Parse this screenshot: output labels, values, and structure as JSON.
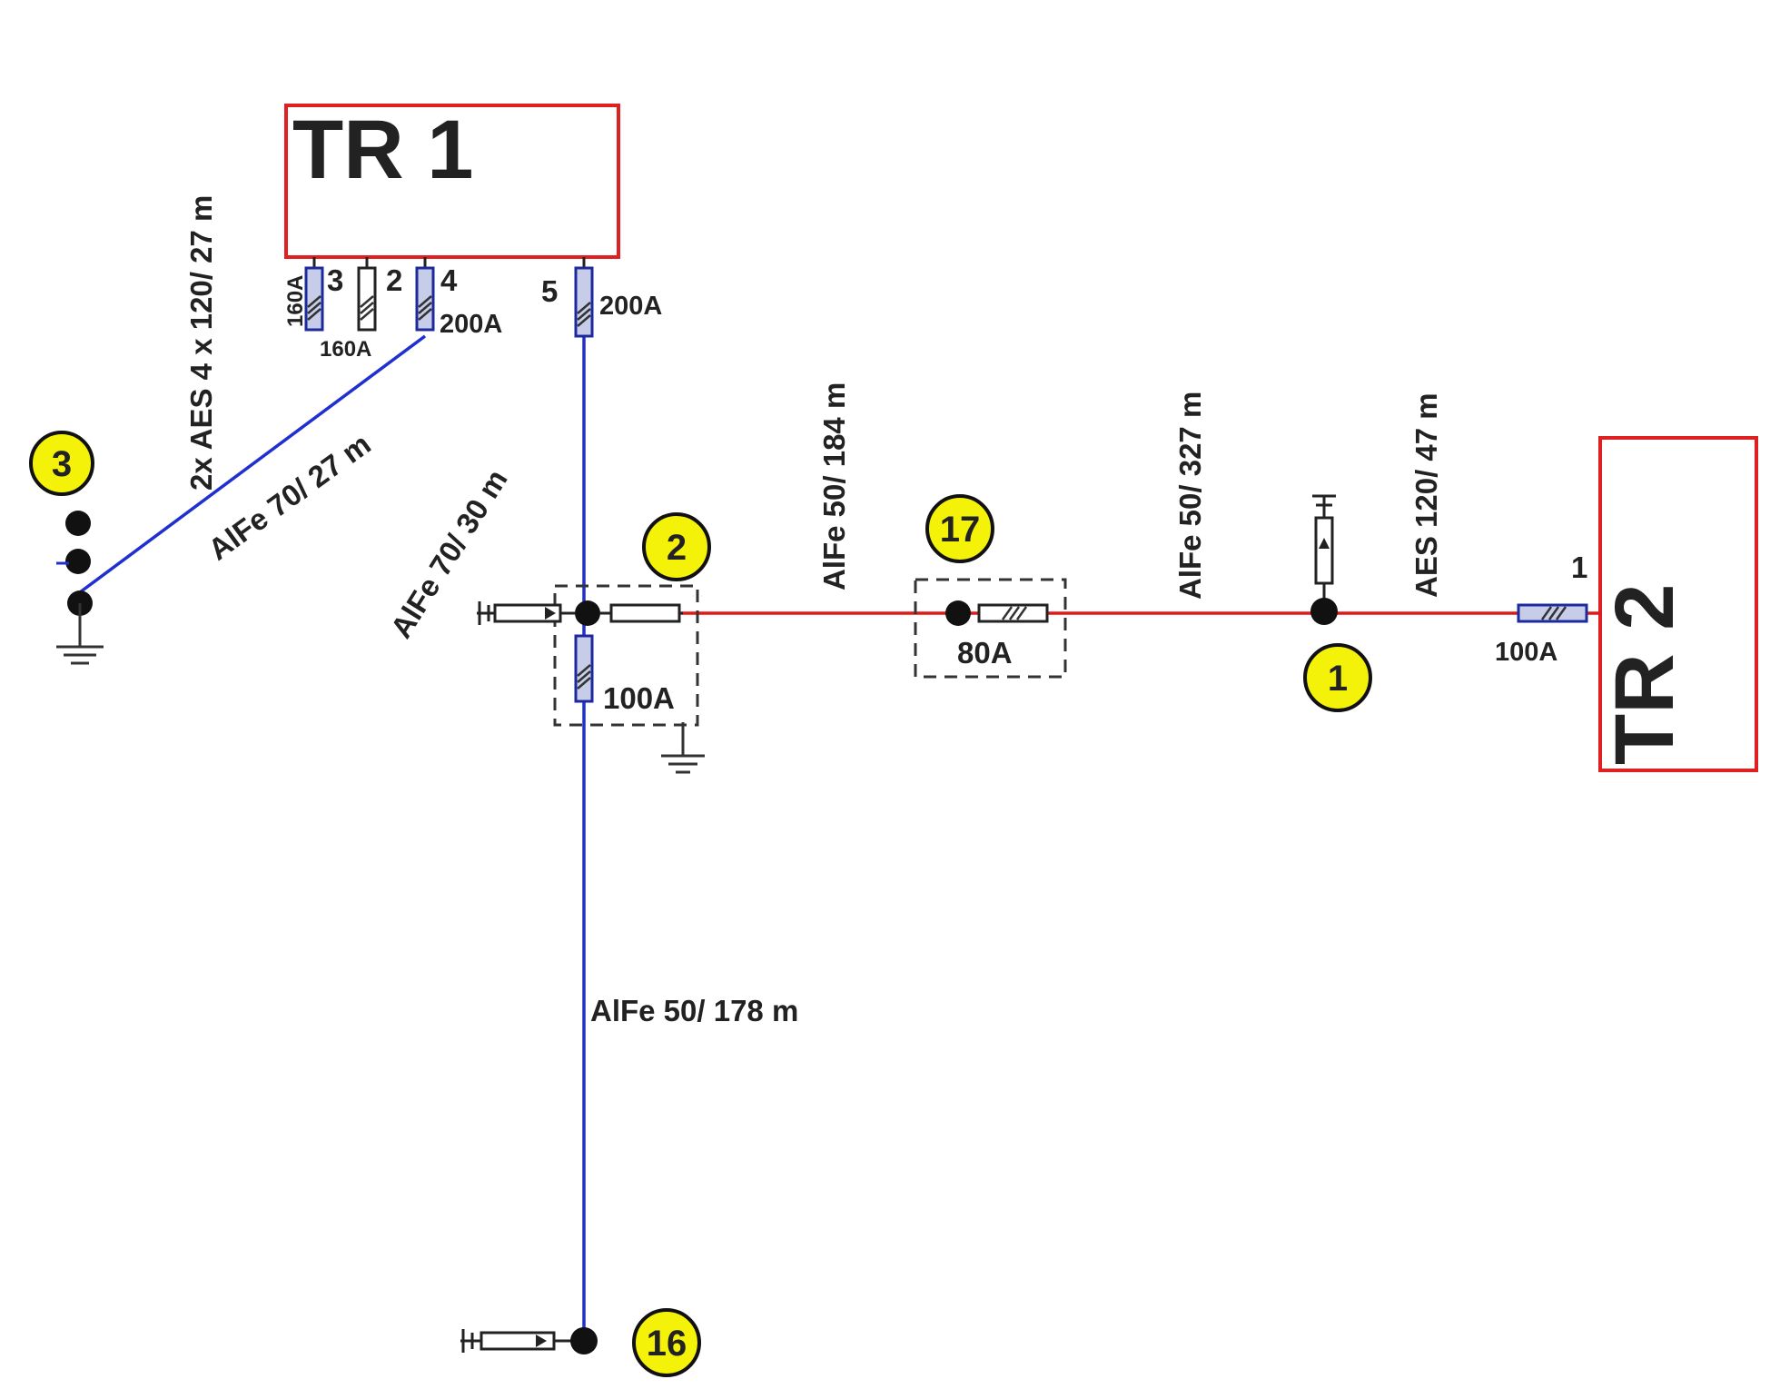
{
  "colors": {
    "line_blue": "#1f2fd0",
    "line_red": "#e01818",
    "transformer_box": "#e02020",
    "node_marker": "#f5f20a"
  },
  "transformers": {
    "tr1": "TR 1",
    "tr2": "TR 2"
  },
  "tr1_outlets": {
    "o3_num": "3",
    "o3_rating": "160A",
    "o2_num": "2",
    "o2_rating": "160A",
    "o4_num": "4",
    "o4_rating": "200A",
    "o5_num": "5",
    "o5_rating": "200A"
  },
  "tr2_outlet": {
    "num": "1",
    "rating": "100A"
  },
  "cable_labels": {
    "aes_double": "2x AES 4 x 120/ 27 m",
    "alfe_70_27": "AlFe 70/ 27 m",
    "alfe_70_30": "AlFe 70/ 30 m",
    "alfe_50_184": "AlFe 50/ 184 m",
    "alfe_50_327": "AlFe 50/ 327 m",
    "aes_120_47": "AES 120/ 47 m",
    "alfe_50_178": "AlFe 50/ 178 m"
  },
  "fuse_ratings": {
    "node2_fuse": "100A",
    "node17_fuse": "80A"
  },
  "nodes": {
    "n1": "1",
    "n2": "2",
    "n3": "3",
    "n16": "16",
    "n17": "17"
  }
}
